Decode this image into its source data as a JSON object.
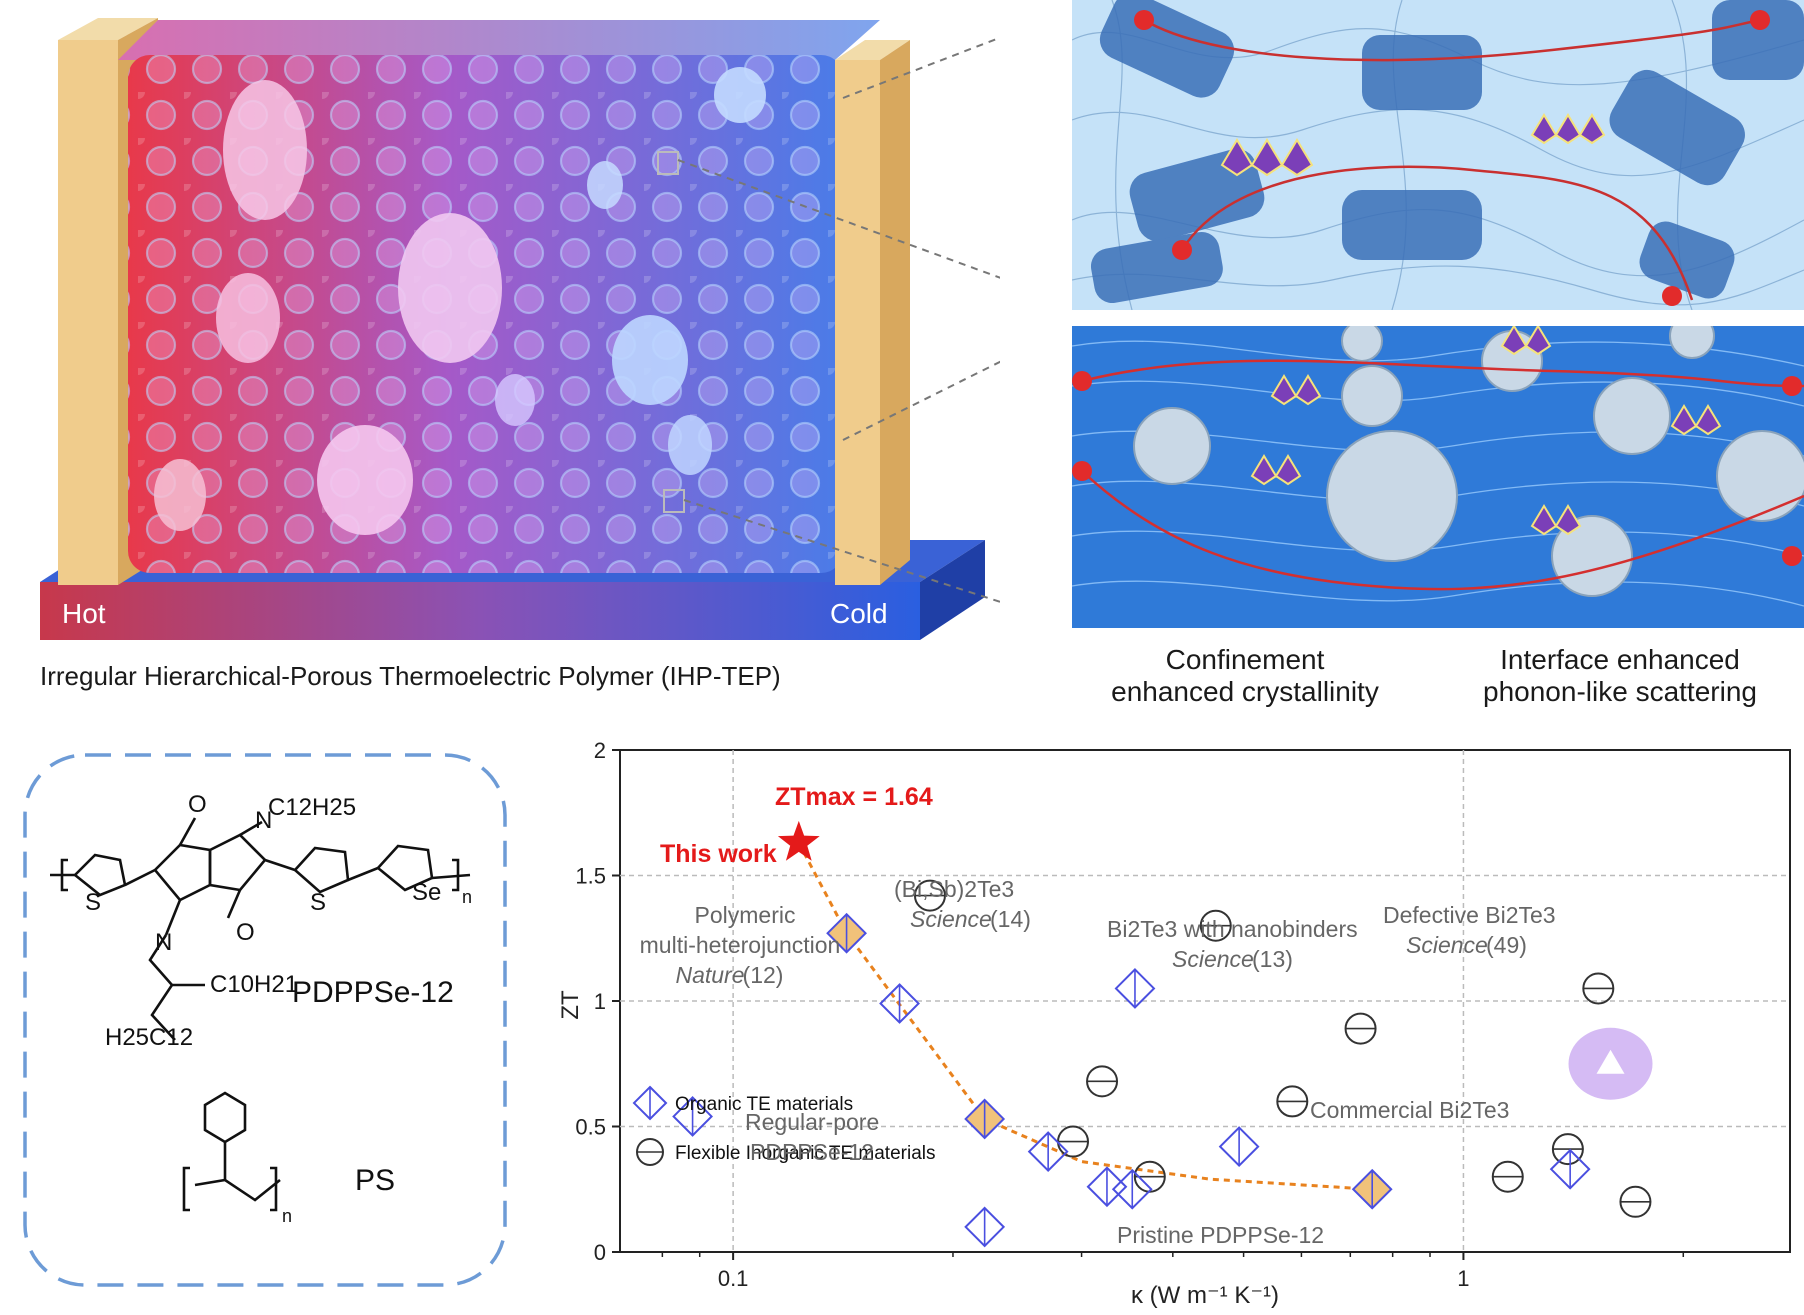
{
  "panel_a": {
    "hot_label": "Hot",
    "cold_label": "Cold",
    "caption": "Irregular Hierarchical-Porous Thermoelectric Polymer (IHP-TEP)"
  },
  "panel_b": {
    "caption_left_line1": "Confinement",
    "caption_left_line2": "enhanced crystallinity",
    "caption_right_line1": "Interface enhanced",
    "caption_right_line2": "phonon-like scattering"
  },
  "panel_c": {
    "polymer_name": "PDPPSe-12",
    "additive_name": "PS",
    "labels": {
      "c12h25": "C12H25",
      "c10h21": "C10H21",
      "h25c12": "H25C12",
      "se": "Se",
      "s": "S",
      "n": "N",
      "o": "O",
      "sub_n": "n"
    }
  },
  "chart_data": {
    "type": "scatter",
    "xlabel": "κ (W m⁻¹ K⁻¹)",
    "ylabel": "ZT",
    "x_scale": "log",
    "xlim": [
      0.07,
      2.8
    ],
    "ylim": [
      0,
      2
    ],
    "x_ticks": [
      {
        "value": 0.1,
        "label": "0.1"
      },
      {
        "value": 1,
        "label": "1"
      }
    ],
    "y_ticks": [
      {
        "value": 0,
        "label": "0"
      },
      {
        "value": 0.5,
        "label": "0.5"
      },
      {
        "value": 1,
        "label": "1"
      },
      {
        "value": 1.5,
        "label": "1.5"
      },
      {
        "value": 2,
        "label": "2"
      }
    ],
    "grid": "dashed at x=0.1,1 and y=0.5,1,1.5",
    "legend_position": "bottom-left",
    "series": [
      {
        "name": "Organic TE materials",
        "marker": "diamond",
        "color": "#4a4fe0",
        "points": [
          [
            0.088,
            0.54
          ],
          [
            0.169,
            0.99
          ],
          [
            0.221,
            0.1
          ],
          [
            0.27,
            0.4
          ],
          [
            0.325,
            0.26
          ],
          [
            0.352,
            0.25
          ],
          [
            0.355,
            1.05
          ],
          [
            0.493,
            0.42
          ],
          [
            1.4,
            0.33
          ]
        ]
      },
      {
        "name": "Flexible Inorganic TE materials",
        "marker": "circle",
        "color": "#333333",
        "points": [
          [
            0.186,
            1.42
          ],
          [
            0.292,
            0.44
          ],
          [
            0.32,
            0.68
          ],
          [
            0.372,
            0.3
          ],
          [
            0.458,
            1.3
          ],
          [
            0.583,
            0.6
          ],
          [
            0.723,
            0.89
          ],
          [
            1.15,
            0.3
          ],
          [
            1.39,
            0.41
          ],
          [
            1.53,
            1.05
          ],
          [
            1.72,
            0.2
          ]
        ]
      },
      {
        "name": "This work",
        "marker": "filled-diamond",
        "color": "#f1c27a",
        "points": [
          [
            0.143,
            1.27
          ],
          [
            0.221,
            0.53
          ],
          [
            0.75,
            0.25
          ]
        ]
      }
    ],
    "this_work_star": {
      "x": 0.123,
      "y": 1.63,
      "color": "#e41a1a"
    },
    "commercial_point": {
      "x": 1.59,
      "y": 0.75,
      "color": "#c7a4f0"
    },
    "trend_line_color": "#e8821e",
    "annotations": {
      "zt_max": "ZTmax = 1.64",
      "this_work": "This work",
      "polymeric_1": "Polymeric",
      "polymeric_2": "multi-heterojunction",
      "polymeric_3": "Nature",
      "polymeric_ref": "(12)",
      "bisbte_1": "(Bi,Sb)2Te3",
      "bisbte_2": "Science",
      "bisbte_ref": "(14)",
      "bi2te3nano_1": "Bi2Te3 with nanobinders",
      "bi2te3nano_2": "Science",
      "bi2te3nano_ref": "(13)",
      "defective_1": "Defective Bi2Te3",
      "defective_2": "Science",
      "defective_ref": "(49)",
      "commercial": "Commercial Bi2Te3",
      "regular_1": "Regular-pore",
      "regular_2": "PDPPSe-12",
      "pristine": "Pristine PDPPSe-12"
    },
    "legend": [
      "Organic TE materials",
      "Flexible Inorganic TE materials"
    ]
  }
}
